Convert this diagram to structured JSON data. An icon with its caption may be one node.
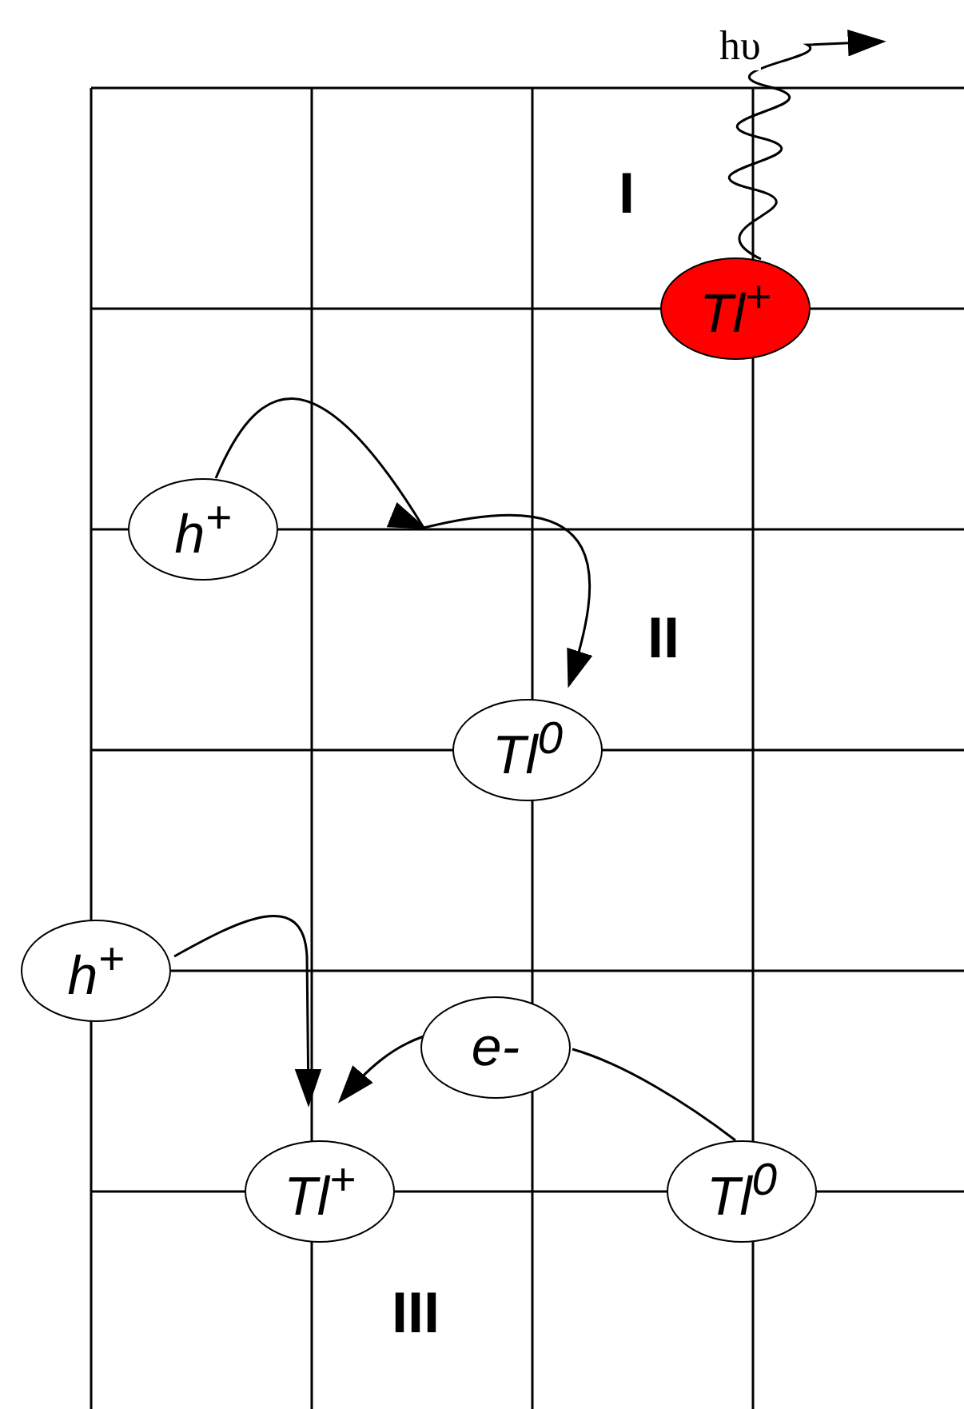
{
  "diagram": {
    "nodes": [
      {
        "text": [
          "Tl$^{+}$"
        ]
      },
      {
        "text": [
          "h$^{+}$"
        ]
      },
      {
        "text": [
          "Tl$^{0}$"
        ]
      },
      {
        "text": [
          "h$^{+}$"
        ]
      },
      {
        "text": [
          "e-"
        ]
      },
      {
        "text": [
          "Tl$^{+}$"
        ]
      },
      {
        "text": [
          "Tl$^{0}$"
        ]
      }
    ],
    "edges": [
      {
        "from": 0,
        "to": null,
        "arrow": "to",
        "label": "hυ"
      },
      {
        "from": 1,
        "to": 2,
        "arrow": "to"
      },
      {
        "from": 3,
        "to": 5,
        "arrow": "to"
      },
      {
        "from": 4,
        "to": 5,
        "arrow": "to"
      },
      {
        "from": 6,
        "to": 4,
        "arrow": "none"
      }
    ],
    "labels": [
      "I",
      "II",
      "III"
    ]
  }
}
